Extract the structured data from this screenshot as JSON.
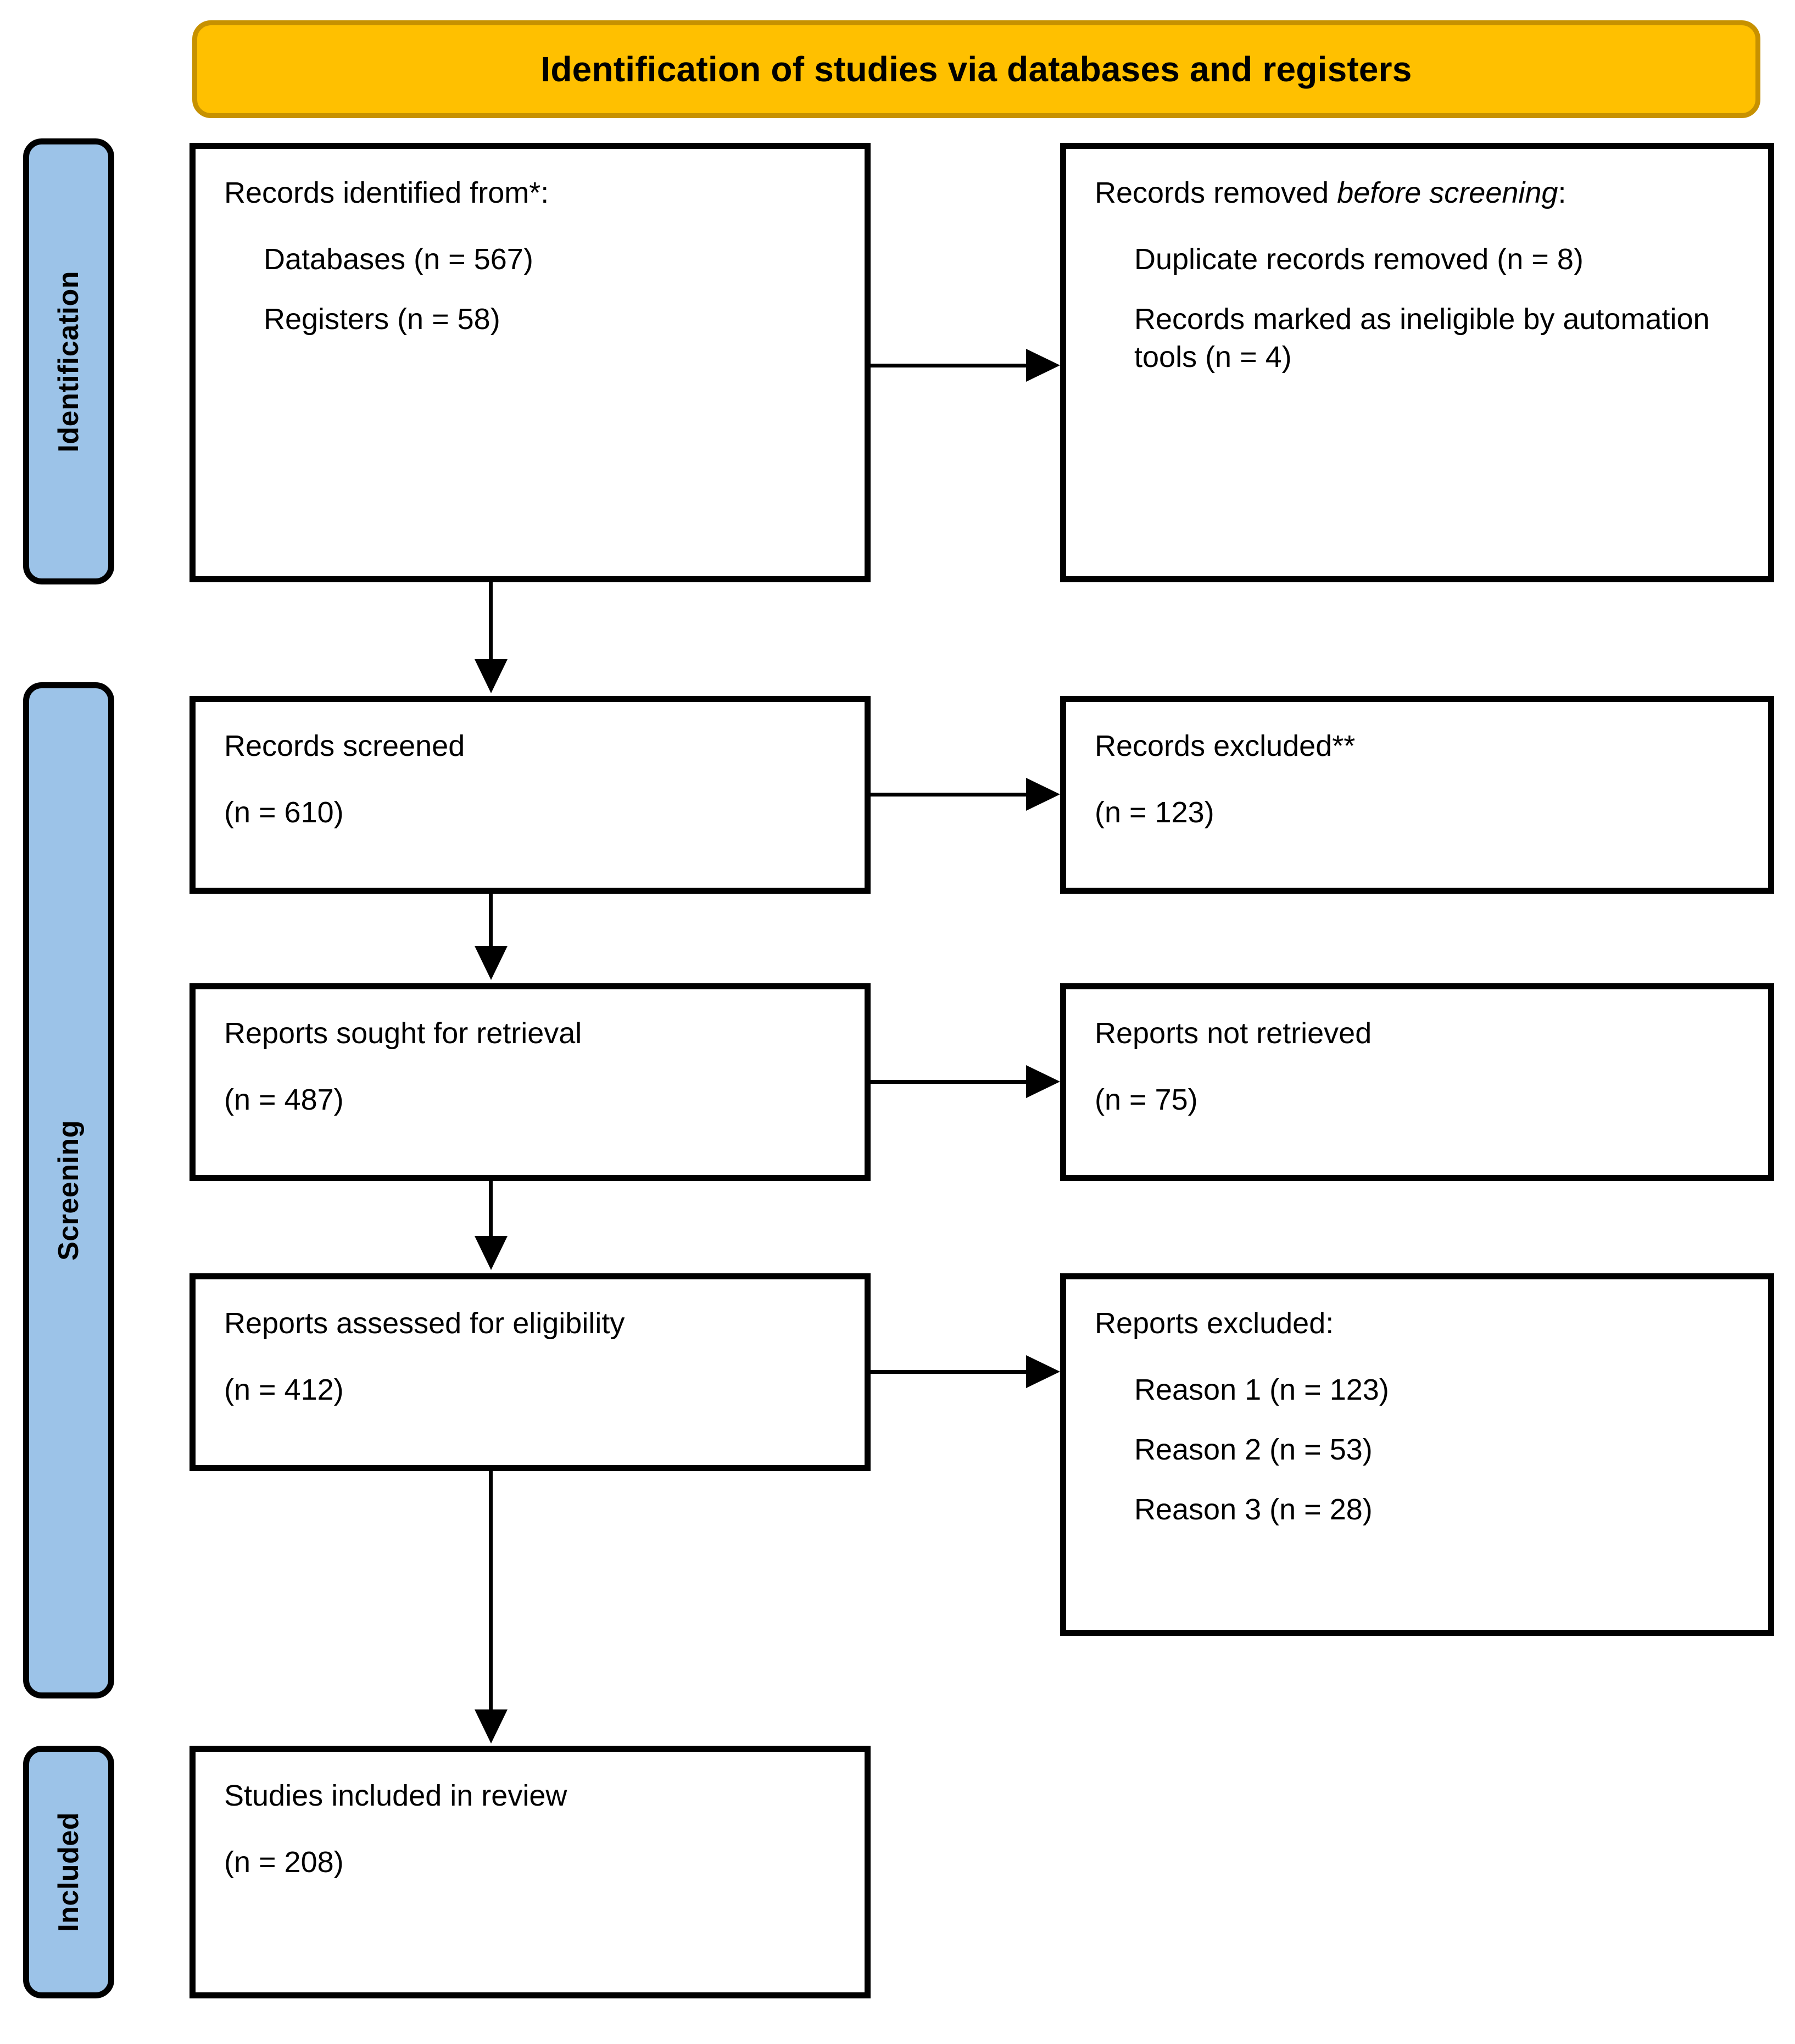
{
  "banner": {
    "title": "Identification of studies via databases and registers"
  },
  "colors": {
    "banner_fill": "#FFC000",
    "banner_border": "#C79100",
    "stage_fill": "#9CC3E8",
    "box_border": "#000000",
    "text": "#000000"
  },
  "stages": [
    {
      "id": "identification",
      "label": "Identification"
    },
    {
      "id": "screening",
      "label": "Screening"
    },
    {
      "id": "included",
      "label": "Included"
    }
  ],
  "boxes": {
    "identified": {
      "heading": "Records identified from*:",
      "items": [
        "Databases (n = 567)",
        "Registers (n = 58)"
      ]
    },
    "removed_before_screening": {
      "heading_pre": "Records removed ",
      "heading_em": "before screening",
      "heading_post": ":",
      "items": [
        "Duplicate records removed (n = 8)",
        "Records marked as ineligible by automation tools (n = 4)"
      ]
    },
    "screened": {
      "label": "Records screened",
      "count": "(n = 610)"
    },
    "records_excluded": {
      "label": "Records excluded**",
      "count": "(n = 123)"
    },
    "sought_for_retrieval": {
      "label": "Reports sought for retrieval",
      "count": "(n = 487)"
    },
    "not_retrieved": {
      "label": "Reports not retrieved",
      "count": "(n = 75)"
    },
    "assessed_for_eligibility": {
      "label": "Reports assessed for eligibility",
      "count": "(n = 412)"
    },
    "reports_excluded": {
      "heading": "Reports excluded:",
      "items": [
        "Reason 1 (n = 123)",
        "Reason 2 (n = 53)",
        "Reason 3 (n = 28)"
      ]
    },
    "studies_included": {
      "label": "Studies included in review",
      "count": "(n = 208)"
    }
  },
  "chart_data": {
    "type": "diagram",
    "title": "Identification of studies via databases and registers",
    "nodes": [
      {
        "id": "identified",
        "stage": "Identification",
        "column": "left",
        "label": "Records identified from*",
        "values": {
          "Databases": 567,
          "Registers": 58
        }
      },
      {
        "id": "removed_before_screening",
        "stage": "Identification",
        "column": "right",
        "label": "Records removed before screening",
        "values": {
          "Duplicate records removed": 8,
          "Records marked as ineligible by automation tools": 4
        }
      },
      {
        "id": "screened",
        "stage": "Screening",
        "column": "left",
        "label": "Records screened",
        "n": 610
      },
      {
        "id": "records_excluded",
        "stage": "Screening",
        "column": "right",
        "label": "Records excluded**",
        "n": 123
      },
      {
        "id": "sought_for_retrieval",
        "stage": "Screening",
        "column": "left",
        "label": "Reports sought for retrieval",
        "n": 487
      },
      {
        "id": "not_retrieved",
        "stage": "Screening",
        "column": "right",
        "label": "Reports not retrieved",
        "n": 75
      },
      {
        "id": "assessed_for_eligibility",
        "stage": "Screening",
        "column": "left",
        "label": "Reports assessed for eligibility",
        "n": 412
      },
      {
        "id": "reports_excluded",
        "stage": "Screening",
        "column": "right",
        "label": "Reports excluded",
        "values": {
          "Reason 1": 123,
          "Reason 2": 53,
          "Reason 3": 28
        }
      },
      {
        "id": "studies_included",
        "stage": "Included",
        "column": "left",
        "label": "Studies included in review",
        "n": 208
      }
    ],
    "edges": [
      {
        "from": "identified",
        "to": "removed_before_screening",
        "direction": "right"
      },
      {
        "from": "identified",
        "to": "screened",
        "direction": "down"
      },
      {
        "from": "screened",
        "to": "records_excluded",
        "direction": "right"
      },
      {
        "from": "screened",
        "to": "sought_for_retrieval",
        "direction": "down"
      },
      {
        "from": "sought_for_retrieval",
        "to": "not_retrieved",
        "direction": "right"
      },
      {
        "from": "sought_for_retrieval",
        "to": "assessed_for_eligibility",
        "direction": "down"
      },
      {
        "from": "assessed_for_eligibility",
        "to": "reports_excluded",
        "direction": "right"
      },
      {
        "from": "assessed_for_eligibility",
        "to": "studies_included",
        "direction": "down"
      }
    ]
  }
}
